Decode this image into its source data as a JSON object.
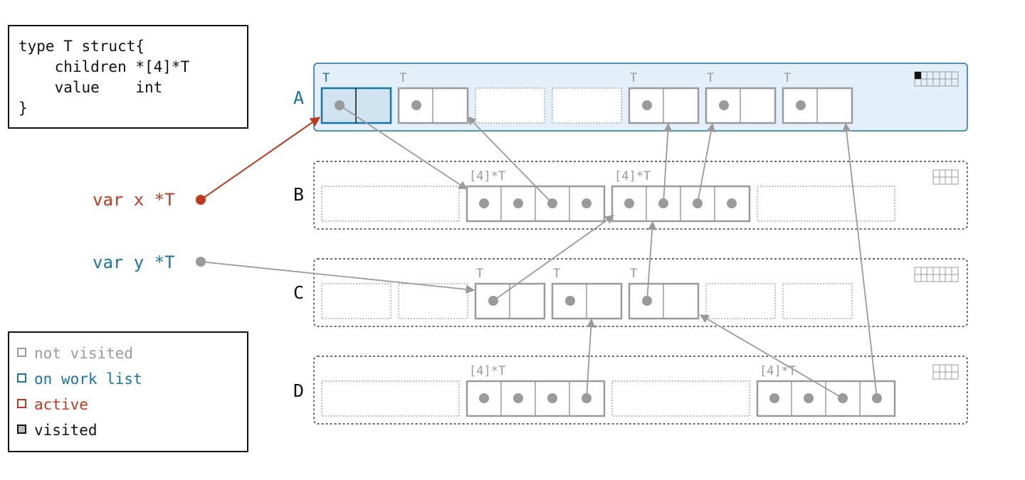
{
  "code": {
    "lines": [
      "type T struct{",
      "    children *[4]*T",
      "    value    int",
      "}"
    ]
  },
  "variables": [
    {
      "id": "x",
      "label": "var x *T",
      "state": "active"
    },
    {
      "id": "y",
      "label": "var y *T",
      "state": "on work list"
    }
  ],
  "legend": [
    {
      "key": "not_visited",
      "label": "not visited"
    },
    {
      "key": "on_work_list",
      "label": "on work list"
    },
    {
      "key": "active",
      "label": "active"
    },
    {
      "key": "visited",
      "label": "visited"
    }
  ],
  "colors": {
    "gray": "#9a9a9a",
    "blue": "#1a74a8",
    "red": "#c0391b",
    "black": "#111111",
    "span_a_fill": "#e3f0f9",
    "active_slot_fill": "#cfe3f1",
    "visited_fill": "#bbbbbb"
  },
  "spans": [
    {
      "label": "A",
      "state": "on work list",
      "occupancy": "1 of 14 tracked objects marked"
    },
    {
      "label": "B",
      "state": "not visited"
    },
    {
      "label": "C",
      "state": "not visited"
    },
    {
      "label": "D",
      "state": "not visited"
    }
  ],
  "type_labels": {
    "t": "T",
    "array": "[4]*T"
  }
}
